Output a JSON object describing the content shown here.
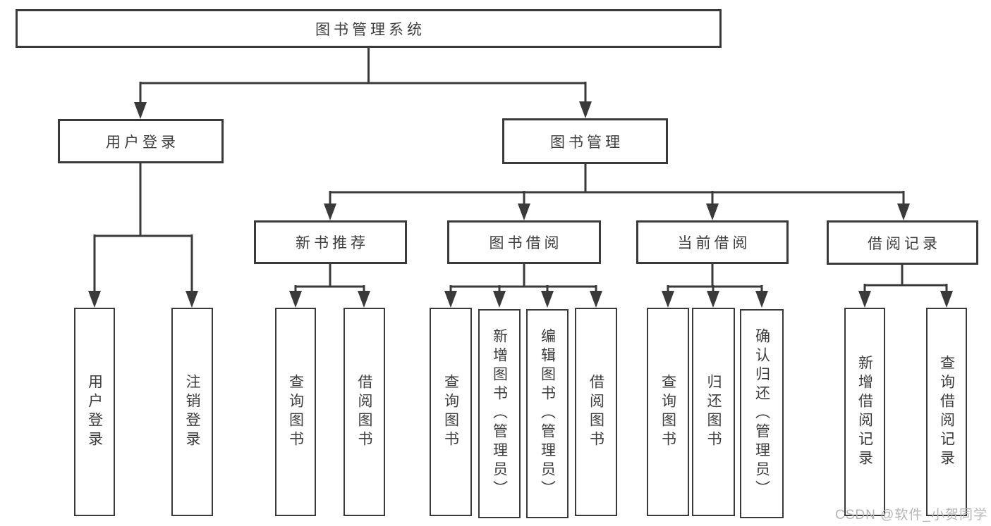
{
  "tree": {
    "root": "图书管理系统",
    "branches": [
      {
        "label": "用户登录",
        "children": [
          "用户登录",
          "注销登录"
        ]
      },
      {
        "label": "图书管理",
        "sections": [
          {
            "label": "新书推荐",
            "children": [
              "查询图书",
              "借阅图书"
            ]
          },
          {
            "label": "图书借阅",
            "children": [
              "查询图书",
              "新增图书（管理员）",
              "编辑图书（管理员）",
              "借阅图书"
            ]
          },
          {
            "label": "当前借阅",
            "children": [
              "查询图书",
              "归还图书",
              "确认归还（管理员）"
            ]
          },
          {
            "label": "借阅记录",
            "children": [
              "新增借阅记录",
              "查询借阅记录"
            ]
          }
        ]
      }
    ]
  },
  "watermark": {
    "text": "CSDN @软件_小贺同学"
  },
  "colors": {
    "line": "#3a3a3a",
    "box_border": "#3a3a3a",
    "text": "#3d3d3d",
    "watermark": "#b5b5b5",
    "background": "#ffffff"
  }
}
